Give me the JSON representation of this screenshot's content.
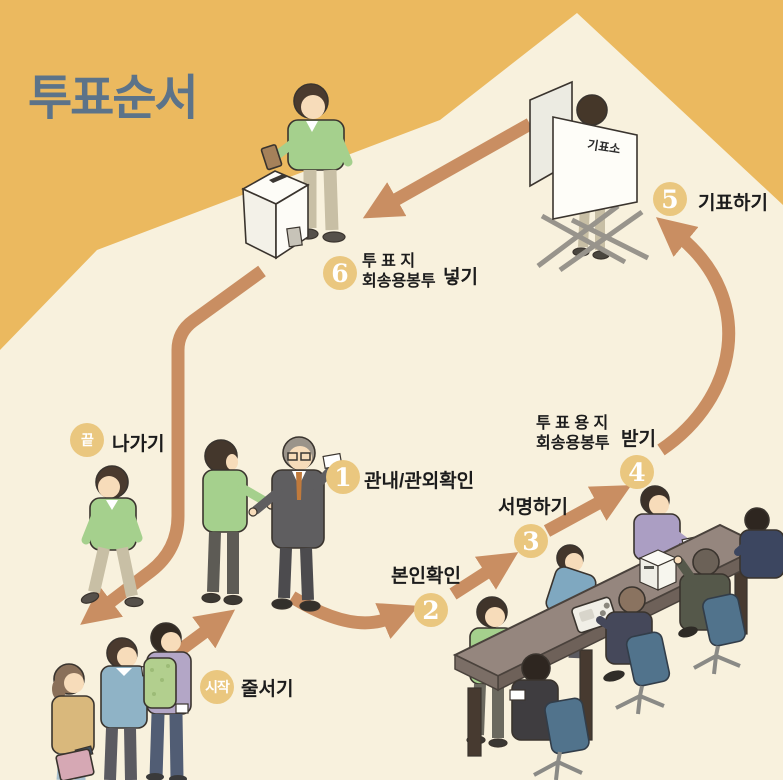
{
  "title": "투표순서",
  "booth_sign": "기표소",
  "steps": {
    "start": {
      "badge": "시작",
      "label": "줄서기"
    },
    "s1": {
      "badge": "1",
      "label": "관내/관외확인"
    },
    "s2": {
      "badge": "2",
      "label": "본인확인"
    },
    "s3": {
      "badge": "3",
      "label": "서명하기"
    },
    "s4": {
      "badge": "4",
      "line1": "투 표 용 지",
      "line2": "회송용봉투",
      "suffix": "받기"
    },
    "s5": {
      "badge": "5",
      "label": "기표하기"
    },
    "s6": {
      "badge": "6",
      "line1": "투 표 지",
      "line2": "회송용봉투",
      "suffix": "넣기"
    },
    "end": {
      "badge": "끝",
      "label": "나가기"
    }
  },
  "colors": {
    "background": "#ebb95f",
    "floor": "#f8f1dd",
    "arrow": "#c98e62",
    "badge": "#eac77f",
    "badge_text": "#ffffff",
    "title": "#5c7389",
    "label_text": "#1c1c1c"
  }
}
